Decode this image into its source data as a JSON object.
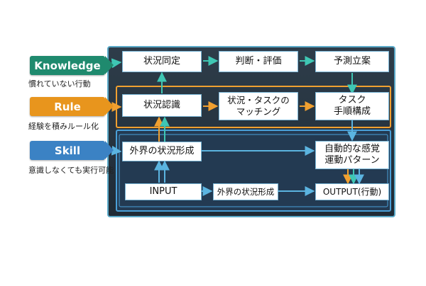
{
  "layers": {
    "knowledge": {
      "tag": "Knowledge",
      "description": "慣れていない行動",
      "color": "#1f8a6e"
    },
    "rule": {
      "tag": "Rule",
      "description": "経験を積みルール化",
      "color": "#e8951d"
    },
    "skill": {
      "tag": "Skill",
      "description": "意識しなくても実行可能",
      "color": "#3b82c4"
    }
  },
  "nodes": {
    "situation_identification": "状況同定",
    "judgment_evaluation": "判断・評価",
    "prediction_planning": "予測立案",
    "situation_recognition": "状況認識",
    "situation_task_matching": "状況・タスクの\nマッチング",
    "task_procedure": "タスク\n手順構成",
    "external_situation_formation": "外界の状況形成",
    "automatic_sensorimotor_pattern": "自動的な感覚\n運動パターン",
    "input": "INPUT",
    "external_situation_formation_2": "外界の状況形成",
    "output": "OUTPUT(行動)"
  },
  "colors": {
    "panel_bg": "#2b3a47",
    "panel_border": "#5aa9c8",
    "rule_band": "#f0a030",
    "skill_band": "#4aa0d8",
    "arrow_blue": "#5bb4e0",
    "arrow_teal": "#3fc7b4",
    "arrow_orange": "#f0a030"
  }
}
